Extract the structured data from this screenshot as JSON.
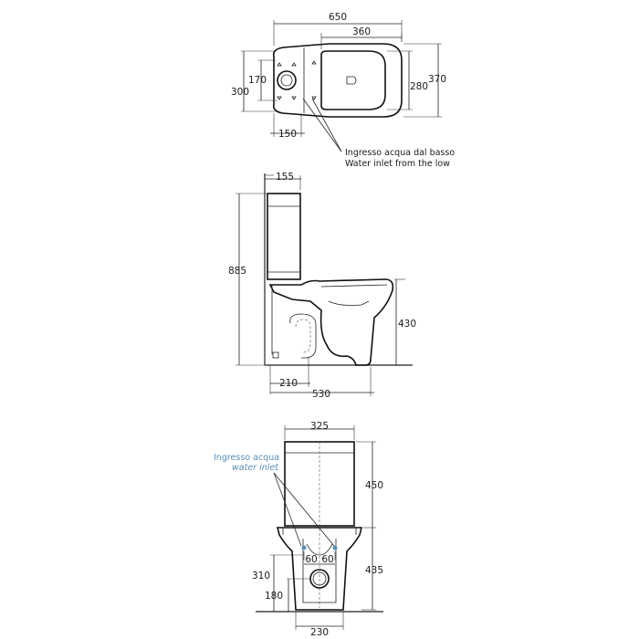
{
  "top_view": {
    "dim_width_total": "650",
    "dim_seat_width": "360",
    "dim_depth_total": "370",
    "dim_depth_bowl": "280",
    "dim_tank_depth": "300",
    "dim_inlet_offset": "170",
    "dim_inlet_from_wall": "150",
    "note_it": "Ingresso acqua dal basso",
    "note_en": "Water inlet from the low"
  },
  "side_view": {
    "dim_tank_thickness": "155",
    "dim_total_height": "885",
    "dim_bowl_height": "430",
    "dim_outlet_distance": "210",
    "dim_total_depth": "530"
  },
  "front_view": {
    "dim_tank_width": "325",
    "dim_tank_height": "450",
    "dim_bowl_height": "435",
    "dim_inlet_height": "310",
    "dim_outlet_height": "180",
    "dim_inlet_left": "60",
    "dim_inlet_right": "60",
    "dim_base_width": "230",
    "note_it": "Ingresso acqua",
    "note_en": "water inlet",
    "note_color": "#5b8fb3"
  }
}
